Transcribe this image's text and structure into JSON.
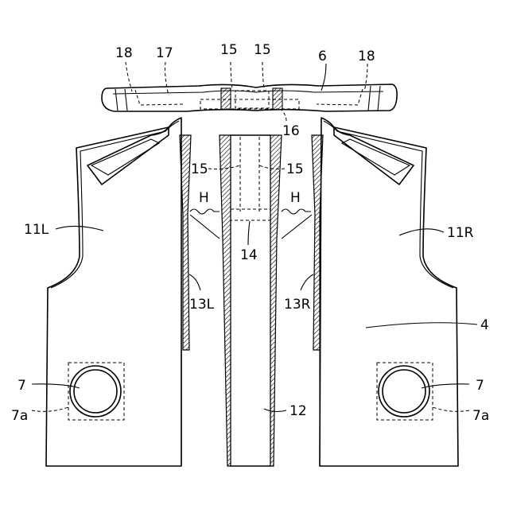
{
  "labels": {
    "l18_left": "18",
    "l17": "17",
    "l15_a": "15",
    "l15_b": "15",
    "l6": "6",
    "l18_right": "18",
    "l16": "16",
    "l15_c": "15",
    "l15_d": "15",
    "lH_left": "H",
    "lH_right": "H",
    "l11L": "11L",
    "l11R": "11R",
    "l14": "14",
    "l13L": "13L",
    "l13R": "13R",
    "l4": "4",
    "l7_left": "7",
    "l7_right": "7",
    "l7a_left": "7a",
    "l7a_right": "7a",
    "l12": "12"
  }
}
